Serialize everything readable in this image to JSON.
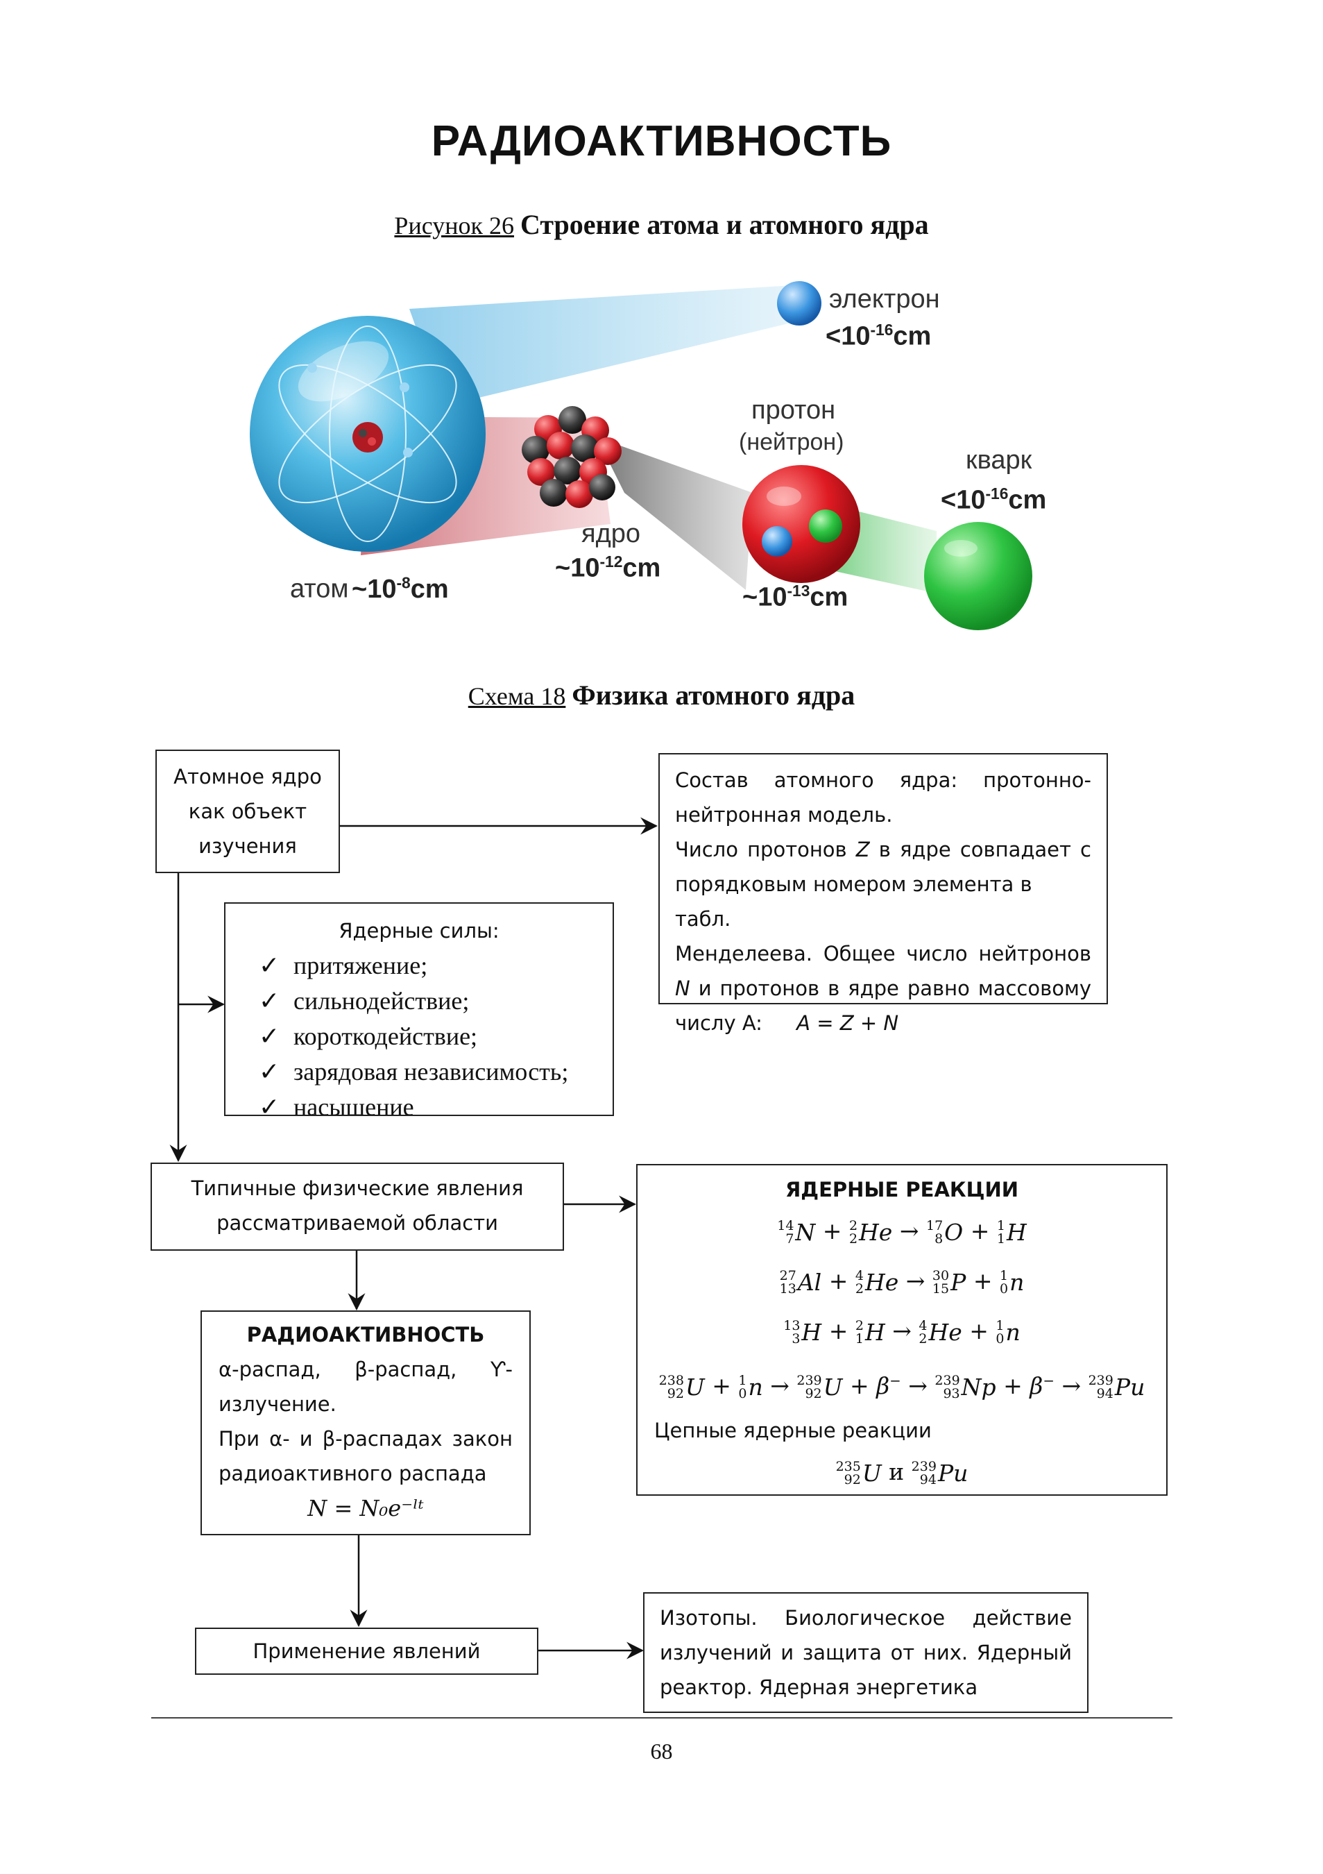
{
  "page": {
    "title": "РАДИОАКТИВНОСТЬ",
    "page_number": "68"
  },
  "figure": {
    "caption_label": "Рисунок 26",
    "caption_title": "Строение атома и атомного ядра",
    "labels": {
      "electron": "электрон",
      "electron_size": "<10",
      "electron_exp": "-16",
      "proton": "протон",
      "neutron": "(нейтрон)",
      "quark": "кварк",
      "quark_size": "<10",
      "quark_exp": "-16",
      "nucleus": "ядро",
      "nucleus_size": "~10",
      "nucleus_exp": "-12",
      "atom": "атом",
      "atom_size": "~10",
      "atom_exp": "-8",
      "proton_size": "~10",
      "proton_exp": "-13",
      "unit": "cm"
    },
    "colors": {
      "atom": "#3aa9dc",
      "nucleus_red": "#d8242c",
      "nucleus_dark": "#333333",
      "electron": "#2a86d8",
      "proton": "#d9141c",
      "quark": "#22b53a"
    }
  },
  "scheme": {
    "caption_label": "Схема 18",
    "caption_title": "Физика атомного ядра",
    "box_object": [
      "Атомное ядро",
      "как объект",
      "изучения"
    ],
    "box_composition": {
      "line1_words": [
        "Состав",
        "атомного",
        "ядра:",
        "протонно-"
      ],
      "line2": "нейтронная модель.",
      "line3_words": [
        "Число",
        "протонов",
        "Z",
        "в",
        "ядре",
        "совпадает",
        "с"
      ],
      "line4": "порядковым номером элемента в табл.",
      "line5_words": [
        "Менделеева.",
        "Общее",
        "число",
        "нейтронов"
      ],
      "line6_words": [
        "N",
        "и",
        "протонов",
        "в",
        "ядре",
        "равно",
        "массовому"
      ],
      "line7_a": "числу A:",
      "line7_b": "A = Z + N"
    },
    "box_forces": {
      "title": "Ядерные силы:",
      "items": [
        "притяжение;",
        "сильнодействие;",
        "короткодействие;",
        "зарядовая независимость;",
        "насыщение"
      ],
      "check": "✓"
    },
    "box_phenomena": [
      "Типичные физические явления",
      "рассматриваемой области"
    ],
    "box_reactions": {
      "title": "ЯДЕРНЫЕ РЕАКЦИИ",
      "chain_title": "Цепные ядерные реакции",
      "chain_conj": "и"
    },
    "box_radio": {
      "title": "РАДИОАКТИВНОСТЬ",
      "line1_words": [
        "α-распад,",
        "β-распад,",
        "Ƴ-"
      ],
      "line2": "излучение.",
      "line3_words": [
        "При",
        "α-",
        "и",
        "β-распадах",
        "закон"
      ],
      "line4": "радиоактивного распада",
      "formula": "N = N₀e⁻ˡᵗ"
    },
    "box_application": "Применение явлений",
    "box_isotopes": {
      "line1_words": [
        "Изотопы.",
        "Биологическое",
        "действие"
      ],
      "line2_words": [
        "излучений",
        "и",
        "защита",
        "от",
        "них.",
        "Ядерный"
      ],
      "line3": "реактор. Ядерная энергетика"
    }
  }
}
